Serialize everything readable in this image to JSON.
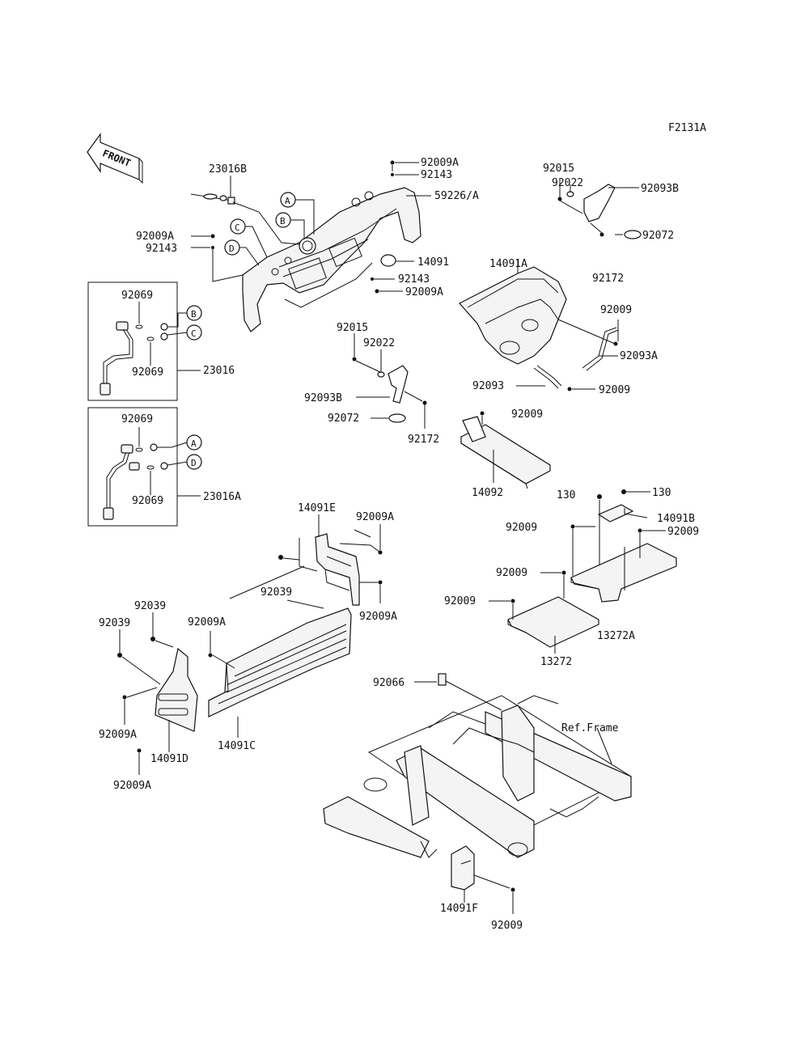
{
  "figure_code": "F2131A",
  "front_label": "FRONT",
  "ref_frame_label": "Ref.Frame",
  "callouts": {
    "A": "A",
    "B": "B",
    "C": "C",
    "D": "D"
  },
  "parts": {
    "p23016B": "23016B",
    "p92009A_top": "92009A",
    "p92143_top": "92143",
    "p59226A": "59226/A",
    "p92009A_left": "92009A",
    "p92143_left": "92143",
    "p14091": "14091",
    "p92143_mid": "92143",
    "p92009A_mid": "92009A",
    "p92015_r": "92015",
    "p92022_r": "92022",
    "p92093B_r": "92093B",
    "p92072_r": "92072",
    "p14091A": "14091A",
    "p92172_r": "92172",
    "p92009_r1": "92009",
    "p92093A": "92093A",
    "p92093": "92093",
    "p92009_r2": "92009",
    "p92015_c": "92015",
    "p92022_c": "92022",
    "p92093B_c": "92093B",
    "p92072_c": "92072",
    "p92172_c": "92172",
    "p92009_c": "92009",
    "p14092": "14092",
    "p130_a": "130",
    "p130_b": "130",
    "p14091B": "14091B",
    "p92009_b1": "92009",
    "p92009_b2": "92009",
    "p92009_b3": "92009",
    "p92009_b4": "92009",
    "p13272A": "13272A",
    "p13272": "13272",
    "p92069_1": "92069",
    "p92069_2": "92069",
    "p23016": "23016",
    "p92069_3": "92069",
    "p92069_4": "92069",
    "p23016A": "23016A",
    "p14091E": "14091E",
    "p92009A_e1": "92009A",
    "p92039_a": "92039",
    "p92009A_e2": "92009A",
    "p92039_b": "92039",
    "p92039_c": "92039",
    "p92009A_c1": "92009A",
    "p92009A_c2": "92009A",
    "p14091D": "14091D",
    "p92009A_c3": "92009A",
    "p14091C": "14091C",
    "p92066": "92066",
    "p14091F": "14091F",
    "p92009_f": "92009"
  }
}
